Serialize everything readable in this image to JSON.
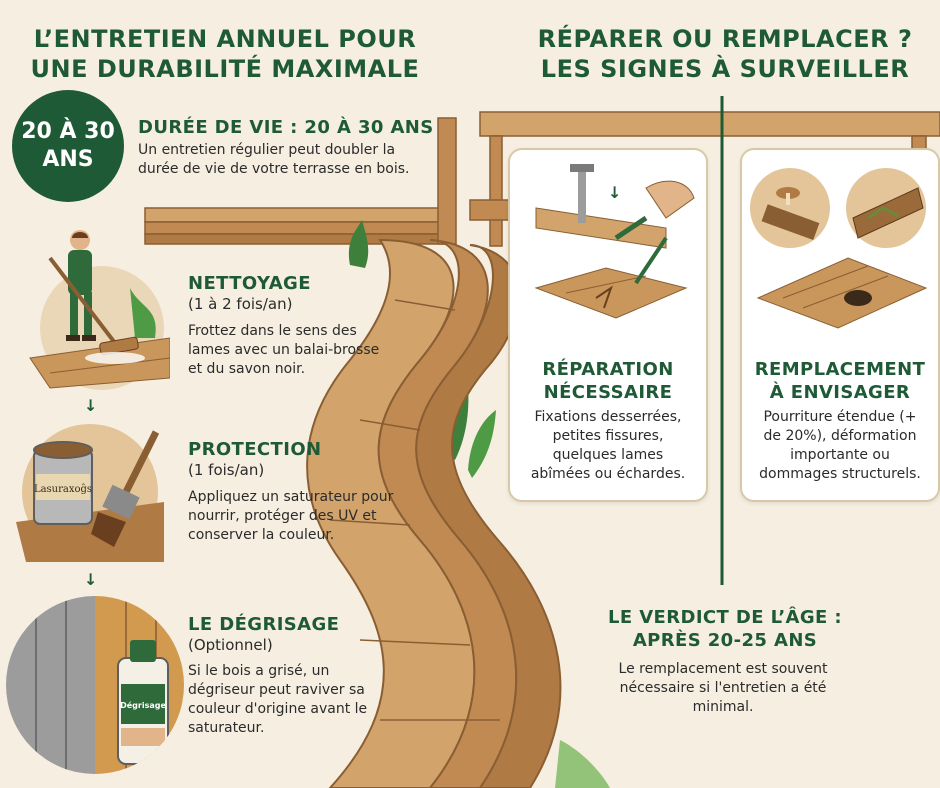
{
  "left": {
    "title_line1": "L’ENTRETIEN ANNUEL POUR",
    "title_line2": "UNE DURABILITÉ MAXIMALE",
    "badge_line1": "20 À 30",
    "badge_line2": "ANS",
    "lifespan_title": "DURÉE DE VIE : 20 À 30 ANS",
    "lifespan_body": "Un entretien régulier peut doubler la durée de vie de votre terrasse en bois.",
    "steps": [
      {
        "title": "NETTOYAGE",
        "frequency": "(1 à 2 fois/an)",
        "body": "Frottez dans le sens des lames avec un balai-brosse et du savon noir."
      },
      {
        "title": "PROTECTION",
        "frequency": "(1 fois/an)",
        "body": "Appliquez un saturateur pour nourrir, protéger des UV et conserver la couleur."
      },
      {
        "title": "LE DÉGRISAGE",
        "frequency": "(Optionnel)",
        "body": "Si le bois a grisé, un dégriseur peut raviver sa couleur d'origine avant le saturateur."
      }
    ],
    "can_label": "Lasuraxoĝs",
    "bottle_label": "Dégrisage"
  },
  "right": {
    "title_line1": "RÉPARER OU REMPLACER ?",
    "title_line2": "LES SIGNES À SURVEILLER",
    "cards": [
      {
        "title_line1": "RÉPARATION",
        "title_line2": "NÉCESSAIRE",
        "body": "Fixations desserrées, petites fissures, quelques lames abîmées ou échardes."
      },
      {
        "title_line1": "REMPLACEMENT",
        "title_line2": "À ENVISAGER",
        "body": "Pourriture étendue (+ de 20%), déformation importante ou dommages structurels."
      }
    ],
    "verdict_title_line1": "LE VERDICT DE L’ÂGE :",
    "verdict_title_line2": "APRÈS 20-25 ANS",
    "verdict_body": "Le remplacement est souvent nécessaire si l'entretien a été minimal."
  },
  "colors": {
    "background": "#f6efe1",
    "accent_green": "#1f5a36",
    "wood": "#c9965c",
    "wood_dark": "#9a6a3a"
  }
}
